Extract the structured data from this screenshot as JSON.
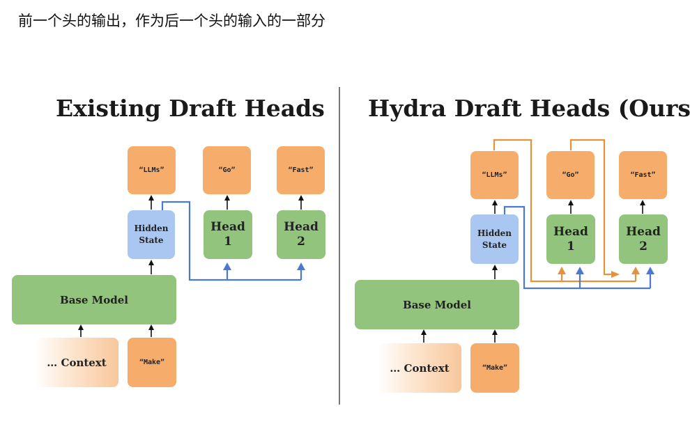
{
  "caption": "前一个头的输出，作为后一个头的输入的一部分",
  "left": {
    "title": "Existing Draft Heads",
    "tokens": [
      "“LLMs”",
      "“Go”",
      "“Fast”"
    ],
    "hidden_state": [
      "Hidden",
      "State"
    ],
    "heads": [
      [
        "Head",
        "1"
      ],
      [
        "Head",
        "2"
      ]
    ],
    "base_model": "Base Model",
    "context": "… Context",
    "input_token": "“Make”"
  },
  "right": {
    "title": "Hydra Draft Heads (Ours)",
    "tokens": [
      "“LLMs”",
      "“Go”",
      "“Fast”"
    ],
    "hidden_state": [
      "Hidden",
      "State"
    ],
    "heads": [
      [
        "Head",
        "1"
      ],
      [
        "Head",
        "2"
      ]
    ],
    "base_model": "Base Model",
    "context": "… Context",
    "input_token": "“Make”"
  },
  "colors": {
    "token_box": "#f6ad6b",
    "model_box": "#93c47d",
    "hidden_box": "#a9c7f0",
    "hidden_flow": "#4a78d2",
    "token_flow": "#e6913c"
  }
}
